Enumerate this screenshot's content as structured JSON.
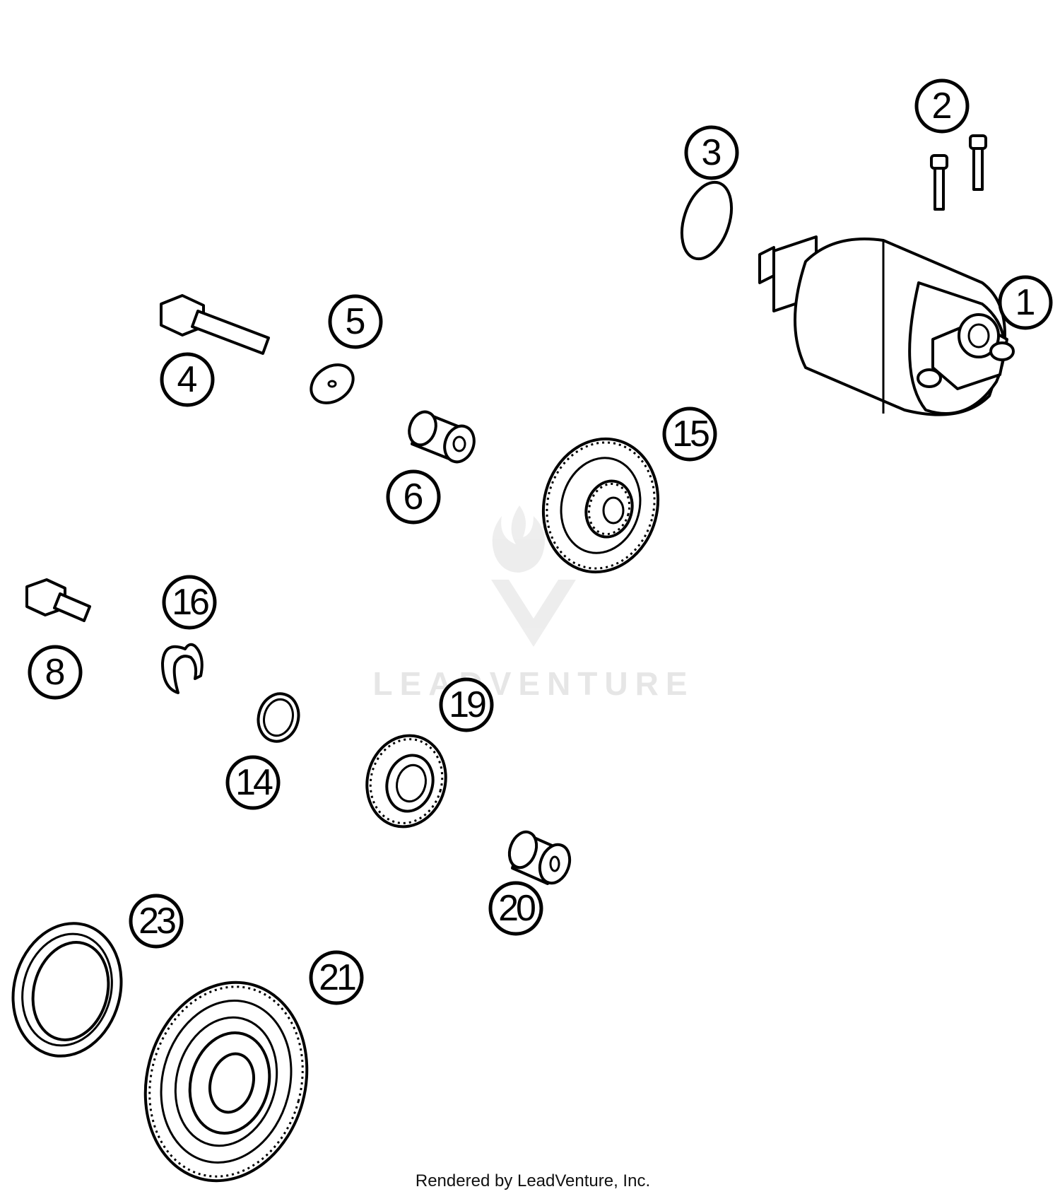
{
  "diagram": {
    "callouts": [
      "1",
      "2",
      "3",
      "4",
      "5",
      "6",
      "8",
      "14",
      "15",
      "16",
      "19",
      "20",
      "21",
      "23"
    ],
    "watermark": "LEADVENTURE",
    "footer": "Rendered by LeadVenture, Inc."
  }
}
